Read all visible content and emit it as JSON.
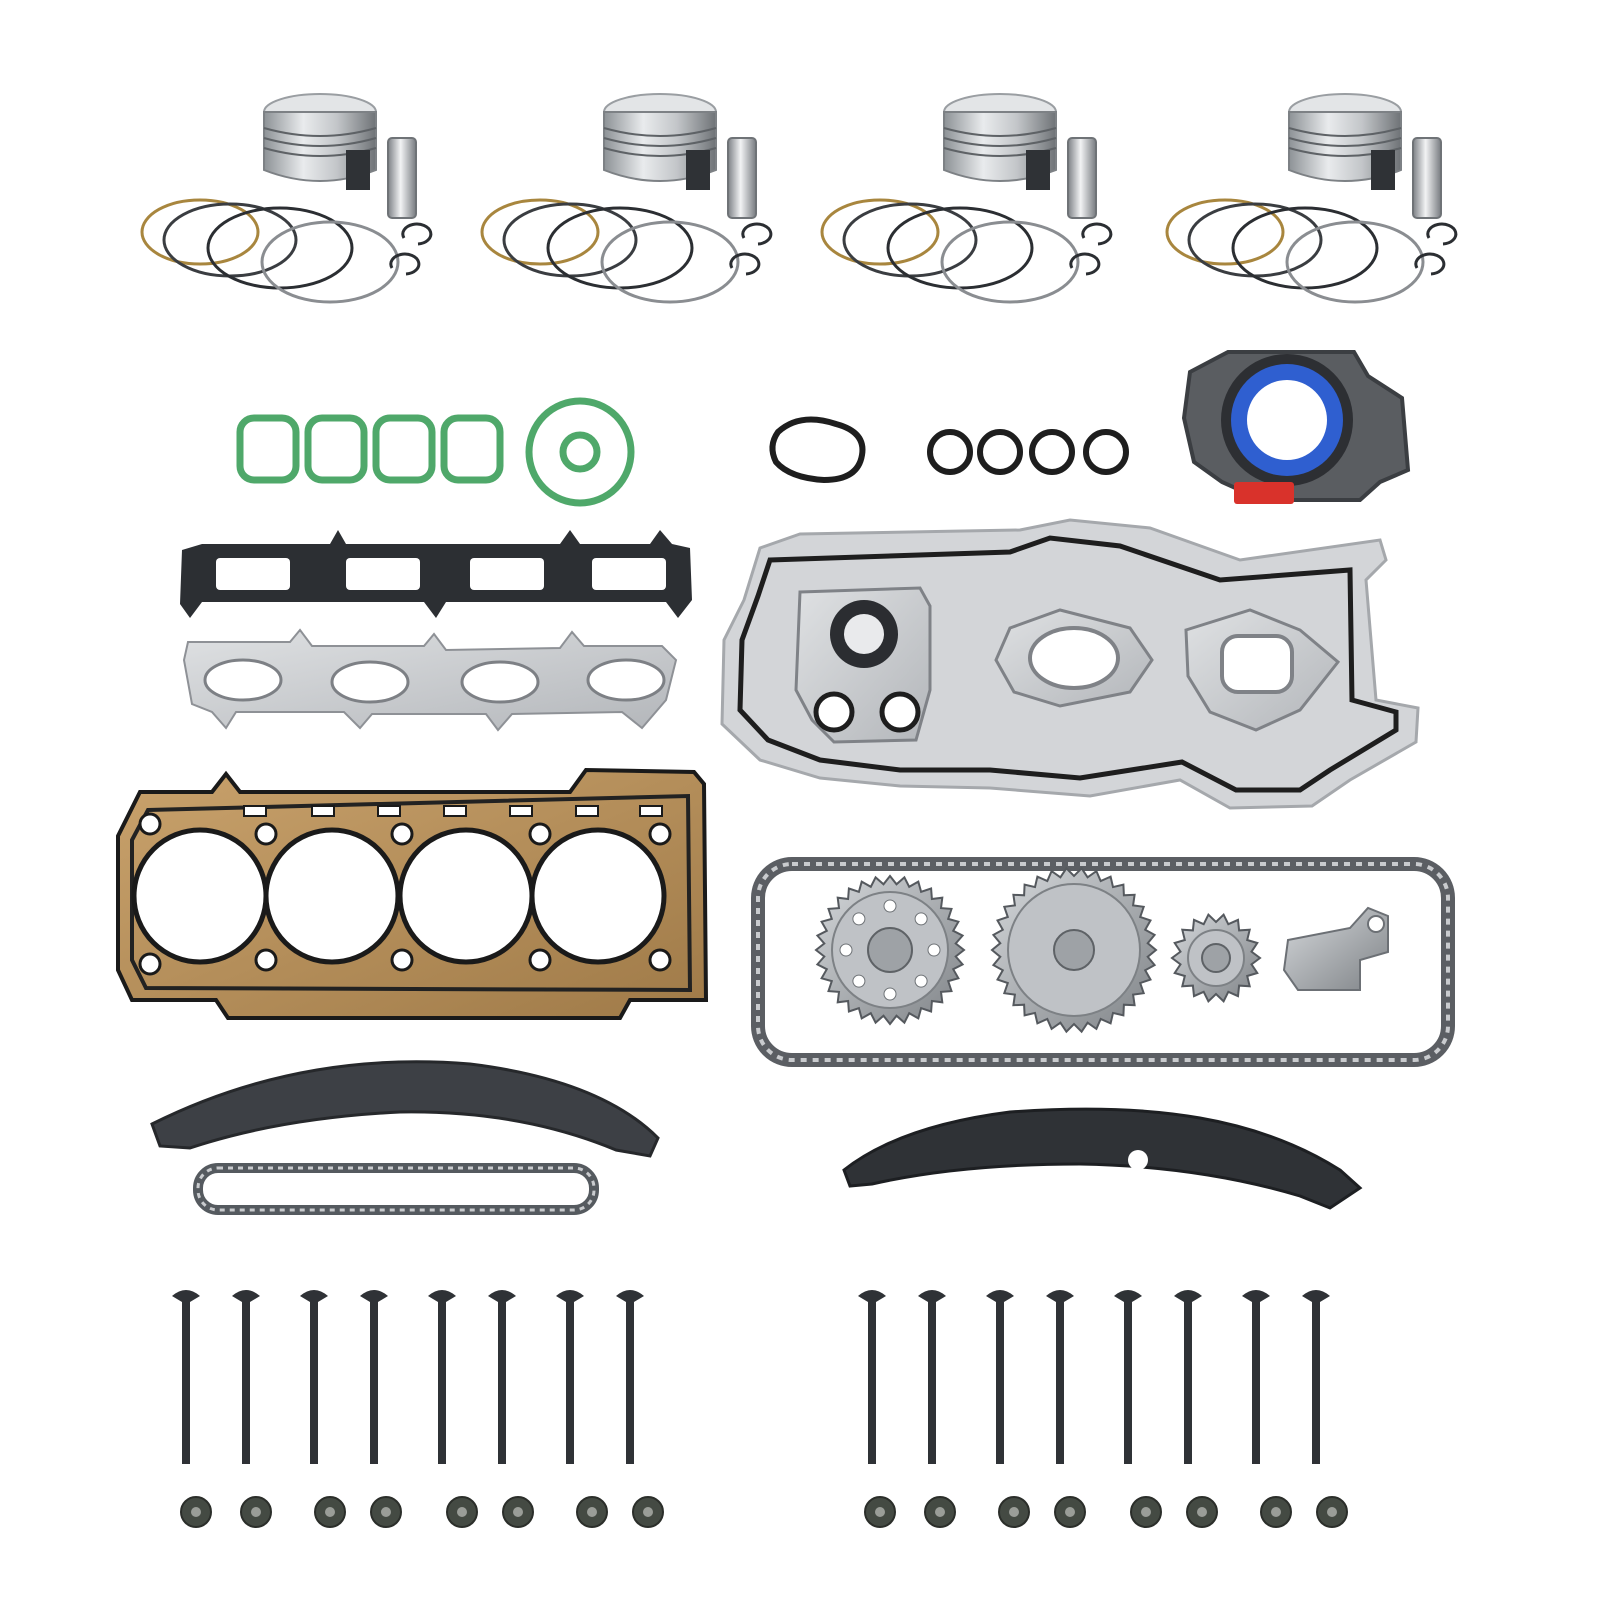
{
  "product": {
    "piston_sets": 4,
    "intake_manifold_seals": 4,
    "valve_cover_round_seals": 4,
    "valves_per_bank": 8,
    "valve_stem_seals_per_bank": 8,
    "colors": {
      "background": "#ffffff",
      "seal_green": "#4fa86a",
      "seal_black": "#1e1e1e",
      "seal_blue": "#2f5fd0",
      "gasket_silver": "#c9ccd0",
      "gasket_gold": "#b8935e",
      "metal_dark": "#3d4045",
      "tab_red": "#d9322b"
    }
  }
}
